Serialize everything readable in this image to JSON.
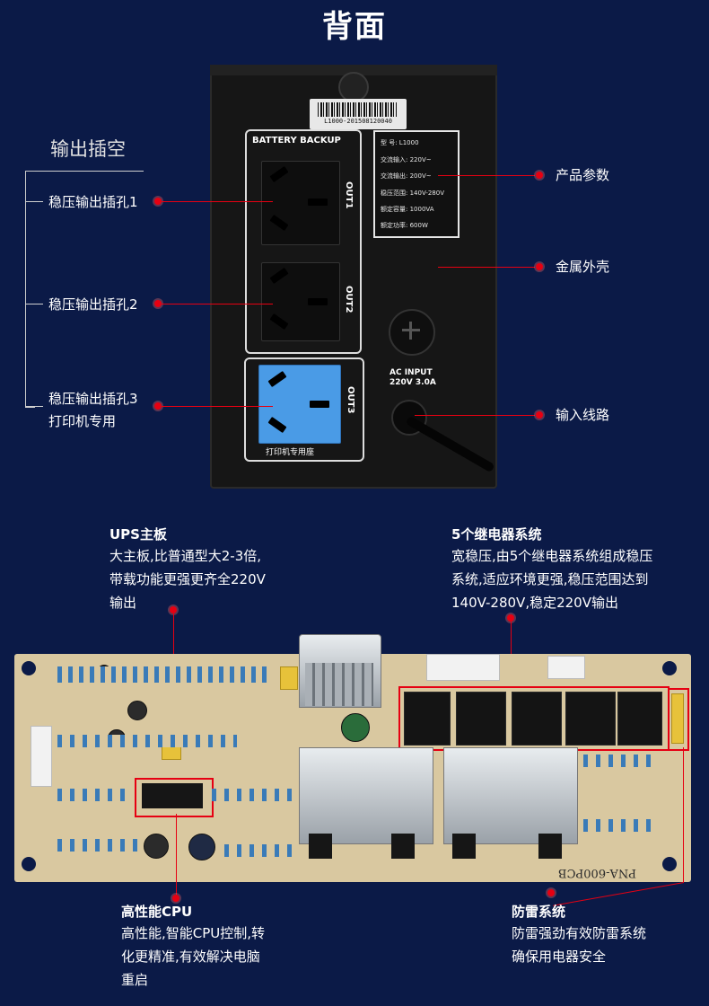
{
  "title": "背面",
  "ups": {
    "sticker_text": "L1000-201508120040",
    "battery_backup": "BATTERY BACKUP",
    "out1": "OUT1",
    "out2": "OUT2",
    "out3": "OUT3",
    "printer_socket_label": "打印机专用座",
    "specs": [
      "型    号: L1000",
      "交流输入: 220V~",
      "交流输出: 200V~",
      "稳压范围: 140V-280V",
      "额定容量: 1000VA",
      "额定功率: 600W"
    ],
    "ac_input_line1": "AC INPUT",
    "ac_input_line2": "220V 3.0A"
  },
  "left_callouts": {
    "group_title": "输出插空",
    "outlet1": "稳压输出插孔1",
    "outlet2": "稳压输出插孔2",
    "outlet3_line1": "稳压输出插孔3",
    "outlet3_line2": "打印机专用"
  },
  "right_callouts": {
    "params": "产品参数",
    "shell": "金属外壳",
    "input": "输入线路"
  },
  "pcb_sections": {
    "ups_board": {
      "title": "UPS主板",
      "lines": [
        "大主板,比普通型大2-3倍,",
        "带载功能更强更齐全220V",
        "输出"
      ]
    },
    "relay": {
      "title": "5个继电器系统",
      "lines": [
        "宽稳压,由5个继电器系统组成稳压",
        "系统,适应环境更强,稳压范围达到",
        "140V-280V,稳定220V输出"
      ]
    },
    "cpu": {
      "title": "高性能CPU",
      "lines": [
        "高性能,智能CPU控制,转",
        "化更精准,有效解决电脑",
        "重启"
      ]
    },
    "lightning": {
      "title": "防雷系统",
      "lines": [
        "防雷强劲有效防雷系统",
        "确保用电器安全"
      ]
    }
  },
  "pcb_label": "PNA-600PCB",
  "colors": {
    "background": "#0b1a47",
    "accent_red": "#e60012",
    "socket_blue": "#4a9be6"
  }
}
